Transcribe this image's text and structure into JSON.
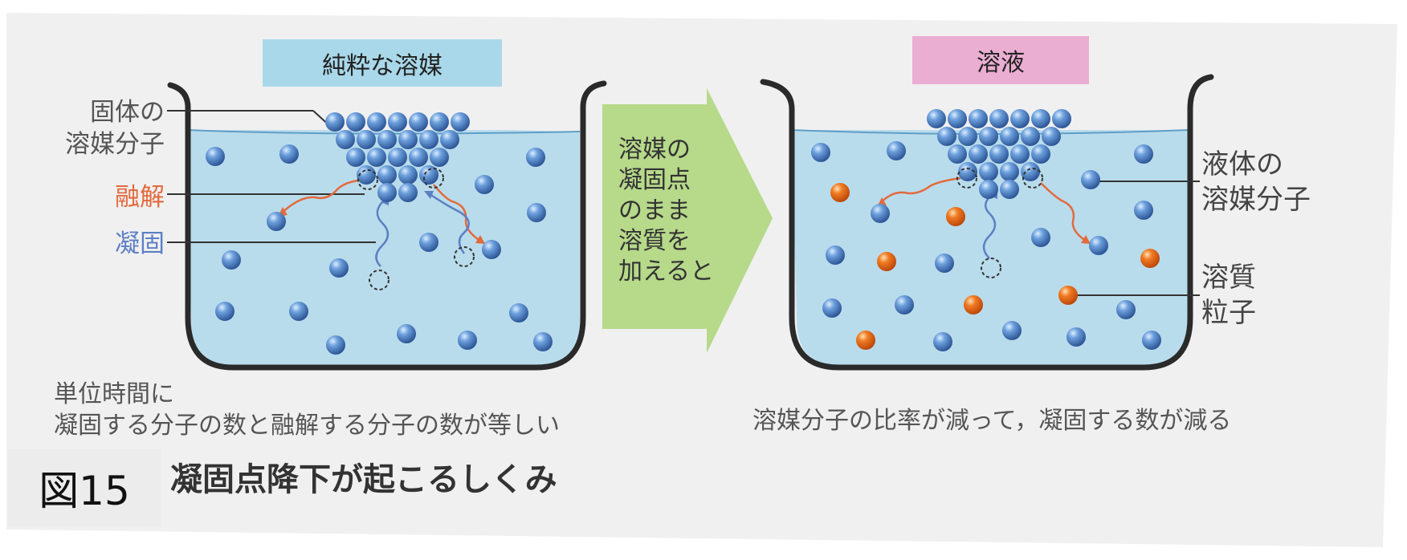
{
  "figure": {
    "number": "図15",
    "title": "凝固点降下が起こるしくみ"
  },
  "left_panel": {
    "title": "純粋な溶媒",
    "labels": {
      "solid_solvent": "固体の\n溶媒分子",
      "melting": "融解",
      "freezing": "凝固"
    },
    "caption_line1": "単位時間に",
    "caption_line2": "凝固する分子の数と融解する分子の数が等しい"
  },
  "arrow": {
    "text": "溶媒の\n凝固点\nのまま\n溶質を\n加えると"
  },
  "right_panel": {
    "title": "溶液",
    "labels": {
      "liquid_solvent": "液体の\n溶媒分子",
      "solute": "溶質\n粒子"
    },
    "caption": "溶媒分子の比率が減って，凝固する数が減る"
  },
  "colors": {
    "water": "#b9dcec",
    "left_title_bg": "#a9d8ea",
    "right_title_bg": "#eaaed3",
    "solvent_molecule": "#3f78c2",
    "solute_particle": "#e86a1c",
    "arrow": "#b6d98a",
    "melting_label": "#e36a3d",
    "freezing_label": "#5d7fc4",
    "page_background": "#f0f0f0"
  }
}
